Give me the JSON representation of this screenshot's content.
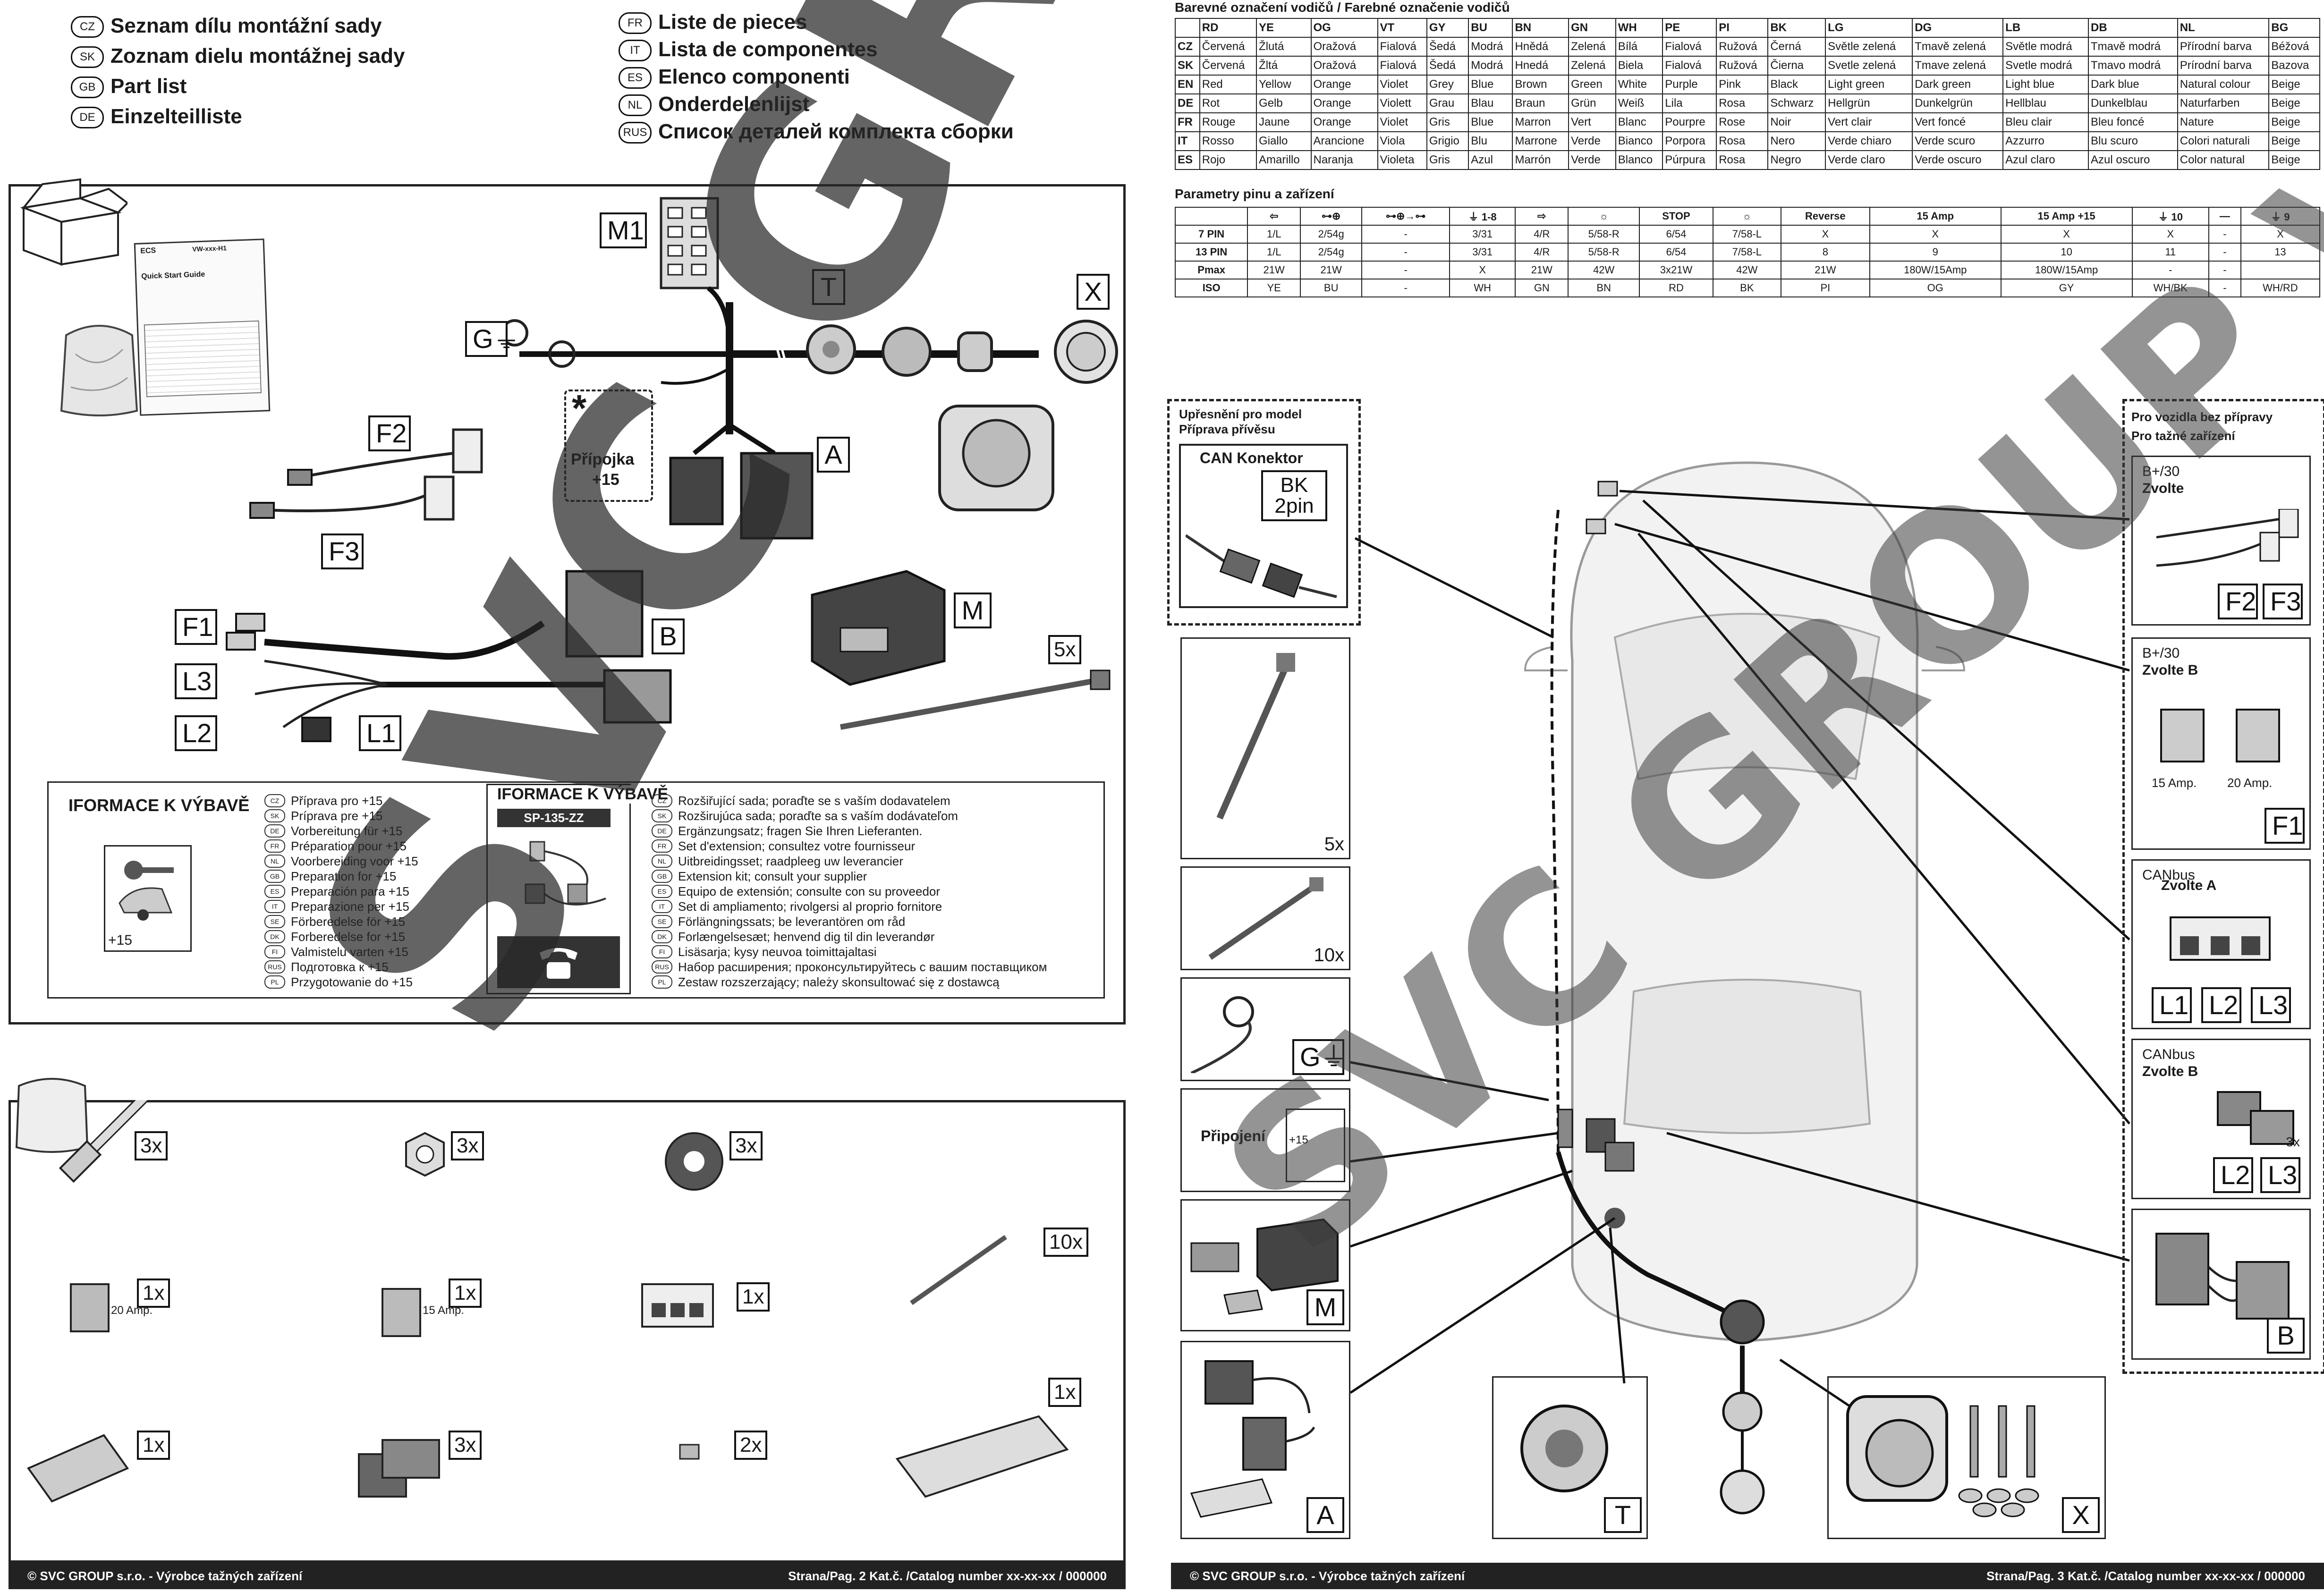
{
  "left_page": {
    "titles_left": [
      {
        "code": "CZ",
        "text": "Seznam dílu montážní sady"
      },
      {
        "code": "SK",
        "text": "Zoznam dielu montážnej sady"
      },
      {
        "code": "GB",
        "text": "Part list"
      },
      {
        "code": "DE",
        "text": "Einzelteilliste"
      }
    ],
    "titles_right": [
      {
        "code": "FR",
        "text": "Liste de pieces"
      },
      {
        "code": "IT",
        "text": "Lista de componentes"
      },
      {
        "code": "ES",
        "text": "Elenco componenti"
      },
      {
        "code": "NL",
        "text": "Onderdelenlijst"
      },
      {
        "code": "RUS",
        "text": "Список деталей комплекта сборки"
      }
    ],
    "manual": {
      "code": "VW-xxx-H1",
      "title": "Quick Start Guide",
      "brand": "ECS"
    },
    "part_labels": {
      "M1": "M1",
      "T": "T",
      "X": "X",
      "G": "G",
      "A": "A",
      "F2": "F2",
      "F3": "F3",
      "F1": "F1",
      "L3": "L3",
      "L2": "L2",
      "L1": "L1",
      "B": "B",
      "M": "M",
      "cable_ties": "5x"
    },
    "pripojka": {
      "star": "*",
      "line1": "Přípojka",
      "line2": "+15"
    },
    "info_left": {
      "heading": "IFORMACE K VÝBAVĚ",
      "icon_label": "+15",
      "items": [
        {
          "code": "CZ",
          "text": "Příprava pro +15"
        },
        {
          "code": "SK",
          "text": "Príprava pre +15"
        },
        {
          "code": "DE",
          "text": "Vorbereitung für +15"
        },
        {
          "code": "FR",
          "text": "Préparation pour +15"
        },
        {
          "code": "NL",
          "text": "Voorbereiding voor +15"
        },
        {
          "code": "GB",
          "text": "Preparation for +15"
        },
        {
          "code": "ES",
          "text": "Preparación para +15"
        },
        {
          "code": "IT",
          "text": "Preparazione per +15"
        },
        {
          "code": "SE",
          "text": "Förberedelse för +15"
        },
        {
          "code": "DK",
          "text": "Forberedelse for +15"
        },
        {
          "code": "FI",
          "text": "Valmistelu varten +15"
        },
        {
          "code": "RUS",
          "text": "Подготовка к +15"
        },
        {
          "code": "PL",
          "text": "Przygotowanie do +15"
        }
      ]
    },
    "info_right": {
      "heading": "IFORMACE K VÝBAVĚ",
      "kit_code": "SP-135-ZZ",
      "items": [
        {
          "code": "CZ",
          "text": "Rozšiřující sada; poraďte se s vaším dodavatelem"
        },
        {
          "code": "SK",
          "text": "Rozširujúca sada; poraďte sa s vaším dodávateľom"
        },
        {
          "code": "DE",
          "text": "Ergänzungsatz; fragen Sie Ihren Lieferanten."
        },
        {
          "code": "FR",
          "text": "Set d'extension; consultez votre fournisseur"
        },
        {
          "code": "NL",
          "text": "Uitbreidingsset; raadpleeg uw leverancier"
        },
        {
          "code": "GB",
          "text": "Extension kit; consult your supplier"
        },
        {
          "code": "ES",
          "text": "Equipo de extensión; consulte con su proveedor"
        },
        {
          "code": "IT",
          "text": "Set di ampliamento; rivolgersi al proprio fornitore"
        },
        {
          "code": "SE",
          "text": "Förlängningssats; be leverantören om råd"
        },
        {
          "code": "DK",
          "text": "Forlængelsesæt; henvend dig til din leverandør"
        },
        {
          "code": "FI",
          "text": "Lisäsarja; kysy neuvoa toimittajaltasi"
        },
        {
          "code": "RUS",
          "text": "Набор расширения; проконсультируйтесь с вашим поставщиком"
        },
        {
          "code": "PL",
          "text": "Zestaw rozszerzający; należy skonsultować się z dostawcą"
        }
      ]
    },
    "hardware": {
      "bolts": "3x",
      "nuts": "3x",
      "washers": "3x",
      "fuse_20": "1x",
      "fuse_20_label": "20 Amp.",
      "fuse_15": "1x",
      "fuse_15_label": "15 Amp.",
      "canbus": "1x",
      "ties": "10x",
      "foam": "1x",
      "pad": "1x",
      "clips": "3x",
      "terminals": "2x"
    },
    "footer": {
      "left": "© SVC  GROUP s.r.o. - Výrobce tažných zařízení",
      "right": "Strana/Pag. 2   Kat.č. /Catalog number xx-xx-xx / 000000"
    }
  },
  "right_page": {
    "color_title": "Barevné označení vodičů  / Farebné označenie vodičů",
    "color_table": {
      "header": [
        "",
        "RD",
        "YE",
        "OG",
        "VT",
        "GY",
        "BU",
        "BN",
        "GN",
        "WH",
        "PE",
        "PI",
        "BK",
        "LG",
        "DG",
        "LB",
        "DB",
        "NL",
        "BG"
      ],
      "rows": [
        [
          "CZ",
          "Červená",
          "Žlutá",
          "Oražová",
          "Fialová",
          "Šedá",
          "Modrá",
          "Hnědá",
          "Zelená",
          "Bílá",
          "Fialová",
          "Ružová",
          "Černá",
          "Světle zelená",
          "Tmavě zelená",
          "Světle modrá",
          "Tmavě modrá",
          "Přírodní barva",
          "Béžová"
        ],
        [
          "SK",
          "Červená",
          "Žltá",
          "Oražová",
          "Fialová",
          "Šedá",
          "Modrá",
          "Hnedá",
          "Zelená",
          "Biela",
          "Fialová",
          "Ružová",
          "Čierna",
          "Svetle zelená",
          "Tmave zelená",
          "Svetle modrá",
          "Tmavo modrá",
          "Prírodní barva",
          "Bazova"
        ],
        [
          "EN",
          "Red",
          "Yellow",
          "Orange",
          "Violet",
          "Grey",
          "Blue",
          "Brown",
          "Green",
          "White",
          "Purple",
          "Pink",
          "Black",
          "Light green",
          "Dark green",
          "Light blue",
          "Dark blue",
          "Natural colour",
          "Beige"
        ],
        [
          "DE",
          "Rot",
          "Gelb",
          "Orange",
          "Violett",
          "Grau",
          "Blau",
          "Braun",
          "Grün",
          "Weiß",
          "Lila",
          "Rosa",
          "Schwarz",
          "Hellgrün",
          "Dunkelgrün",
          "Hellblau",
          "Dunkelblau",
          "Naturfarben",
          "Beige"
        ],
        [
          "FR",
          "Rouge",
          "Jaune",
          "Orange",
          "Violet",
          "Gris",
          "Blue",
          "Marron",
          "Vert",
          "Blanc",
          "Pourpre",
          "Rose",
          "Noir",
          "Vert clair",
          "Vert foncé",
          "Bleu clair",
          "Bleu foncé",
          "Nature",
          "Beige"
        ],
        [
          "IT",
          "Rosso",
          "Giallo",
          "Arancione",
          "Viola",
          "Grigio",
          "Blu",
          "Marrone",
          "Verde",
          "Bianco",
          "Porpora",
          "Rosa",
          "Nero",
          "Verde chiaro",
          "Verde scuro",
          "Azzurro",
          "Blu scuro",
          "Colori naturali",
          "Beige"
        ],
        [
          "ES",
          "Rojo",
          "Amarillo",
          "Naranja",
          "Violeta",
          "Gris",
          "Azul",
          "Marrón",
          "Verde",
          "Blanco",
          "Púrpura",
          "Rosa",
          "Negro",
          "Verde claro",
          "Verde oscuro",
          "Azul claro",
          "Azul oscuro",
          "Color natural",
          "Beige"
        ]
      ]
    },
    "pin_title": "Parametry pinu a zařízení",
    "pin_table": {
      "header": [
        "",
        "⇦",
        "⊶⊕",
        "⊶⊕→⊶",
        "⏚ 1-8",
        "⇨",
        "☼",
        "STOP",
        "☼",
        "Reverse",
        "15 Amp",
        "15 Amp +15",
        "⏚ 10",
        "—",
        "⏚ 9"
      ],
      "rows": [
        [
          "7 PIN",
          "1/L",
          "2/54g",
          "-",
          "3/31",
          "4/R",
          "5/58-R",
          "6/54",
          "7/58-L",
          "X",
          "X",
          "X",
          "X",
          "-",
          "X"
        ],
        [
          "13 PIN",
          "1/L",
          "2/54g",
          "-",
          "3/31",
          "4/R",
          "5/58-R",
          "6/54",
          "7/58-L",
          "8",
          "9",
          "10",
          "11",
          "-",
          "13"
        ],
        [
          "Pmax",
          "21W",
          "21W",
          "-",
          "X",
          "21W",
          "42W",
          "3x21W",
          "42W",
          "21W",
          "180W/15Amp",
          "180W/15Amp",
          "-",
          "-",
          ""
        ],
        [
          "ISO",
          "YE",
          "BU",
          "-",
          "WH",
          "GN",
          "BN",
          "RD",
          "BK",
          "PI",
          "OG",
          "GY",
          "WH/BK",
          "-",
          "WH/RD"
        ]
      ]
    },
    "can_box": {
      "title1": "Upřesnění pro model",
      "title2": "Příprava přívěsu",
      "inner_title": "CAN Konektor",
      "bk": "BK",
      "pin": "2pin"
    },
    "left_column": {
      "ties_5": "5x",
      "ties_10": "10x",
      "g_label": "G",
      "pripojeni": "Připojení",
      "plus15": "+15",
      "m_label": "M",
      "a_label": "A"
    },
    "bottom": {
      "t_label": "T",
      "x_label": "X"
    },
    "right_box": {
      "title1": "Pro vozidla bez přípravy",
      "title2": "Pro tažné zařízení",
      "b30a": "B+/30",
      "zvolte": "Zvolte",
      "f2": "F2",
      "f3": "F3",
      "b30b": "B+/30",
      "zvolte_b": "Zvolte B",
      "amp15": "15 Amp.",
      "amp20": "20 Amp.",
      "f1": "F1",
      "canbus_a": "CANbus",
      "zvolte_a": "Zvolte A",
      "l1": "L1",
      "l2": "L2",
      "l3": "L3",
      "canbus_b": "CANbus",
      "zvolte_b2": "Zvolte B",
      "count3": "3x",
      "l2b": "L2",
      "l3b": "L3",
      "b": "B"
    },
    "footer": {
      "left": "© SVC  GROUP s.r.o. - Výrobce tažných zařízení",
      "right": "Strana/Pag. 3   Kat.č. /Catalog number xx-xx-xx / 000000"
    }
  },
  "watermark": {
    "left": "SVC GROUP",
    "right": "SVC GROUP VZOR"
  }
}
